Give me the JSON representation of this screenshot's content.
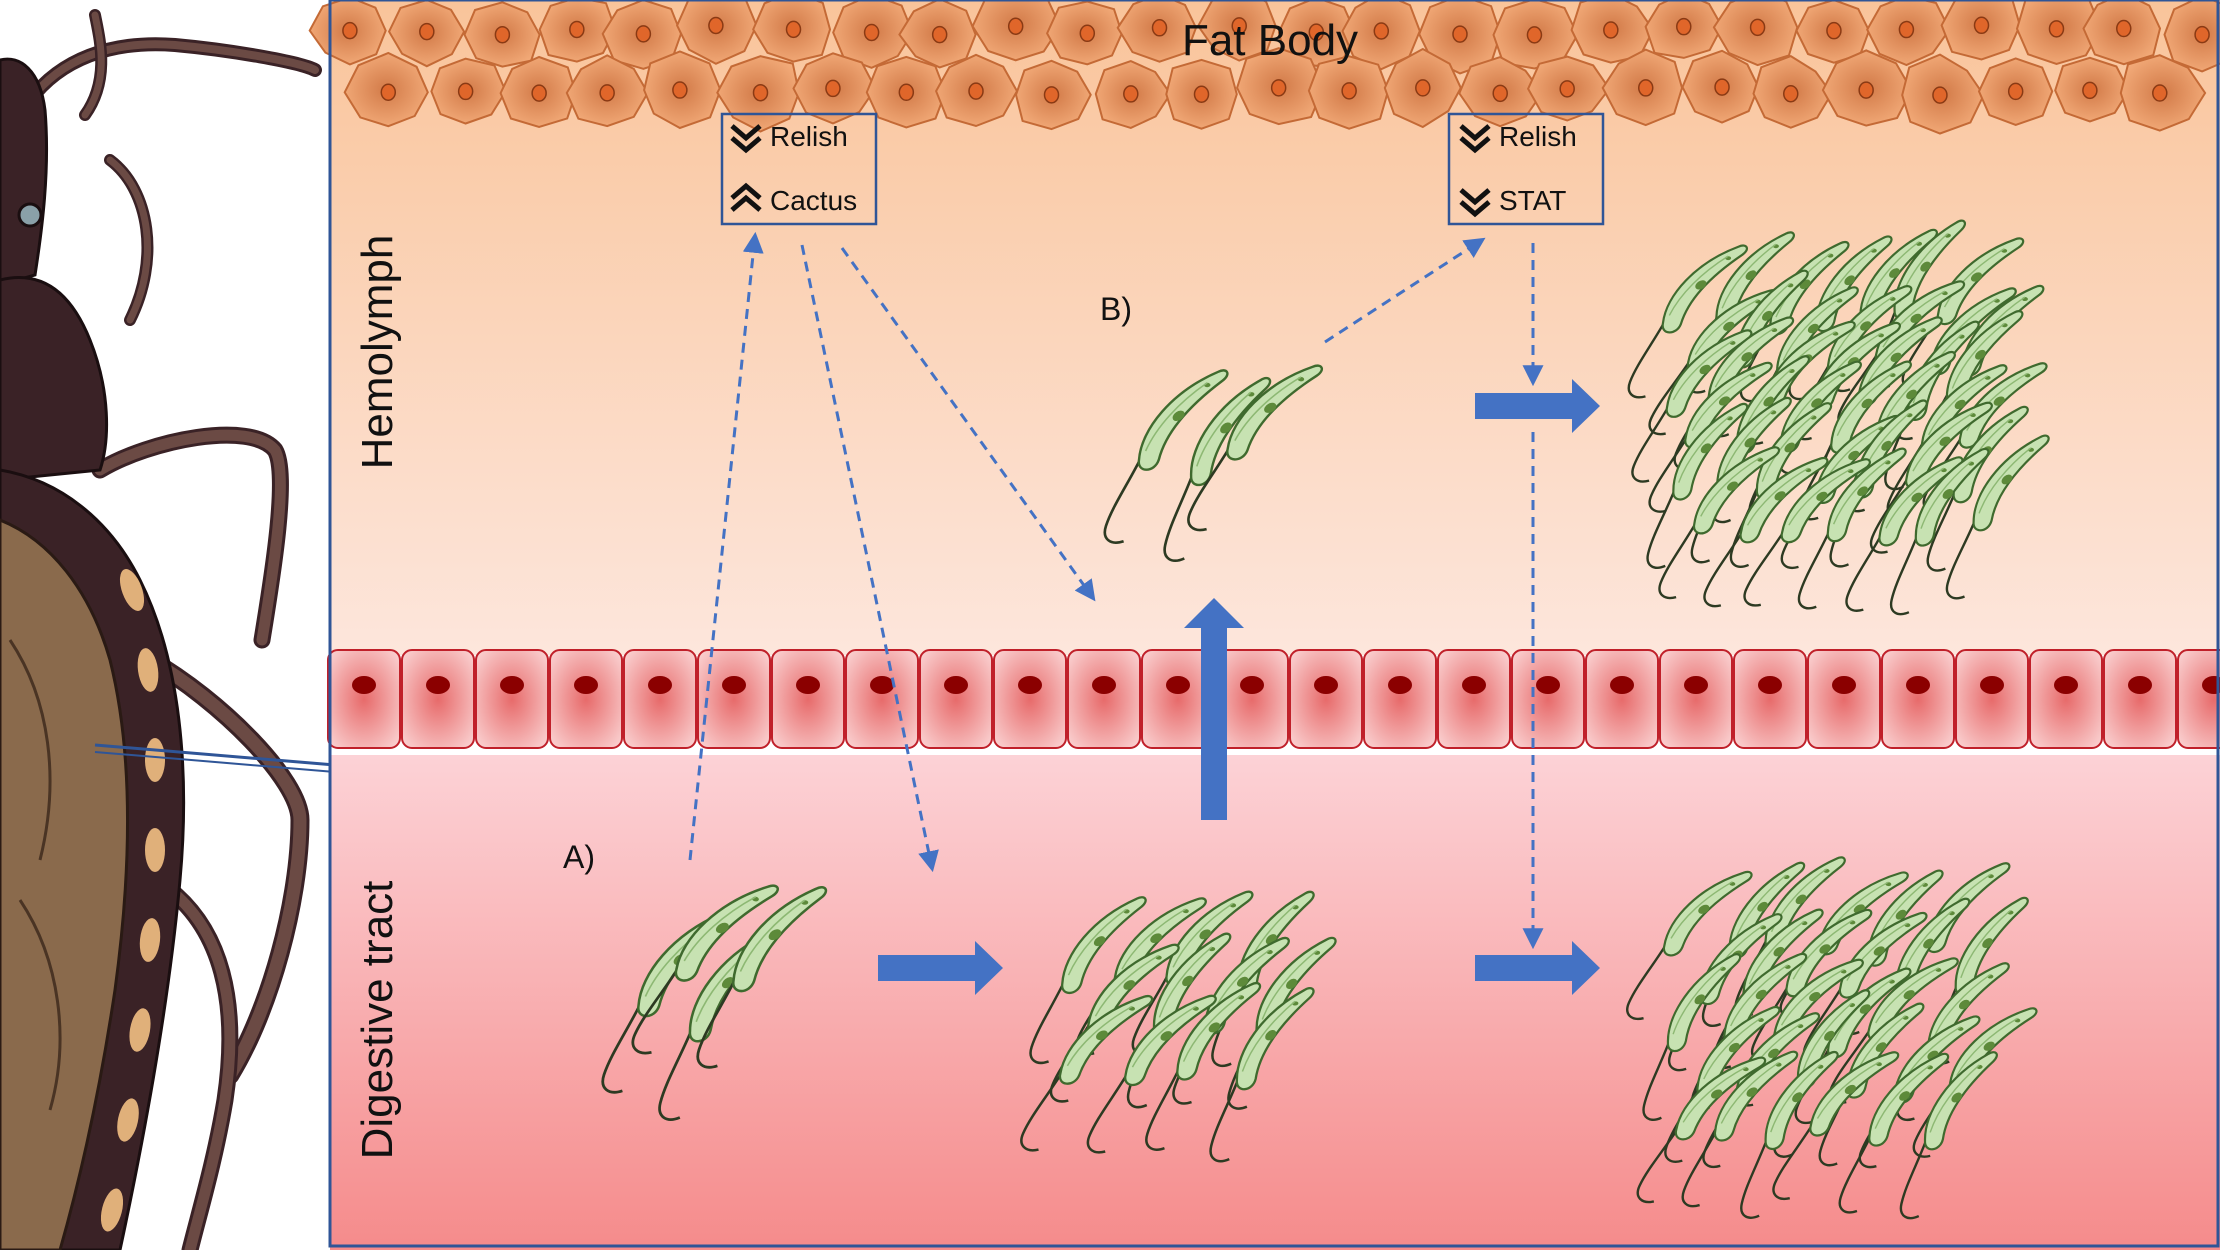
{
  "regions": {
    "fat_body": "Fat Body",
    "hemolymph": "Hemolymph",
    "digestive_tract": "Digestive tract"
  },
  "panels": {
    "a": "A)",
    "b": "B)"
  },
  "box_a": {
    "item1": "Relish",
    "item1_dir": "down",
    "item2": "Cactus",
    "item2_dir": "up"
  },
  "box_b": {
    "item1": "Relish",
    "item1_dir": "down",
    "item2": "STAT",
    "item2_dir": "down"
  },
  "colors": {
    "fat_cell": "#f2a36e",
    "fat_nucleus": "#e0662a",
    "hemolymph_top": "#f9c9a0",
    "hemolymph_bottom": "#fde4d8",
    "gut_top": "#fbcfd2",
    "gut_bottom": "#f58a8a",
    "epithelium_cell": "#f4b6b6",
    "epithelium_nucleus": "#8b0000",
    "arrow": "#4472c4",
    "box_border": "#2f5597",
    "parasite_fill": "#c7e2b2",
    "parasite_nucleus": "#5d8a3a",
    "insect_dark": "#3a2226",
    "insect_brown": "#8a6a4c",
    "insect_spot": "#e0b07a"
  }
}
